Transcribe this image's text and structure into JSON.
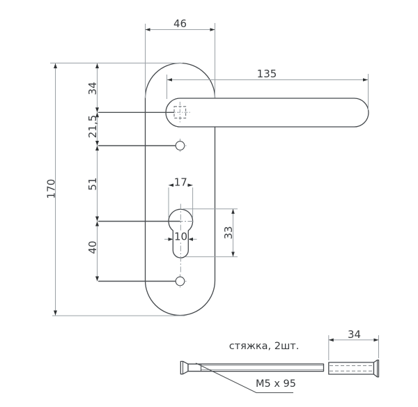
{
  "drawing": {
    "type": "door-handle-escutcheon-technical-drawing",
    "colors": {
      "outline": "#45494d",
      "dimension_line": "#9aa0a5",
      "leader_line": "#4d5154",
      "centerline": "#8e959b",
      "arrow": "#2f3234",
      "text": "#3a3d40",
      "background": "#ffffff"
    },
    "dims": {
      "plate_width": "46",
      "plate_height": "170",
      "handle_length": "135",
      "top_to_handle": "34",
      "handle_to_screw": "21,5",
      "screw_to_cyl": "51",
      "cyl_to_screw": "40",
      "cyl_dia": "17",
      "cyl_slot": "10",
      "cyl_height": "33",
      "sleeve_length": "34"
    },
    "notes": {
      "fastener": "стяжка, 2шт.",
      "screw_spec": "M5 x 95"
    }
  }
}
